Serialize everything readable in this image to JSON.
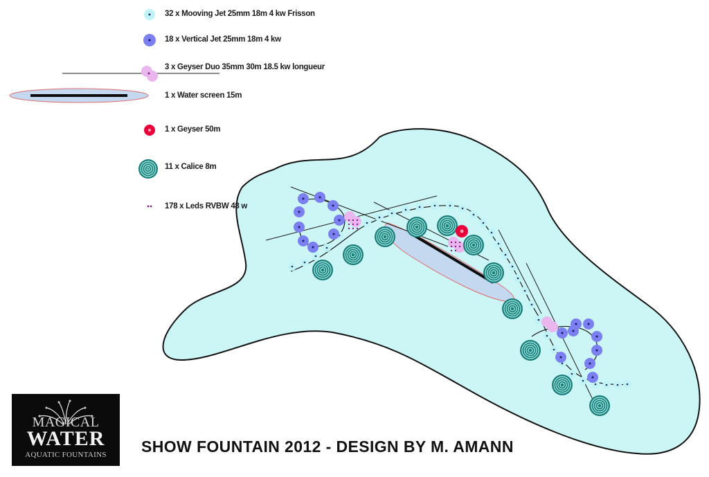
{
  "legend": [
    {
      "key": "moving_jet",
      "label": "32 x Mooving Jet 25mm 18m 4 kw  Frisson",
      "icon": "moving-jet-icon"
    },
    {
      "key": "vertical_jet",
      "label": "18 x Vertical Jet 25mm 18m 4 kw",
      "icon": "vertical-jet-icon"
    },
    {
      "key": "geyser_duo",
      "label": "3 x Geyser Duo 35mm 30m 18.5 kw longueur",
      "icon": "geyser-duo-icon"
    },
    {
      "key": "water_screen",
      "label": "1 x Water screen 15m",
      "icon": "water-screen-icon"
    },
    {
      "key": "geyser_50",
      "label": "1 x Geyser 50m",
      "icon": "geyser-icon"
    },
    {
      "key": "calice",
      "label": "11 x Calice 8m",
      "icon": "calice-icon"
    },
    {
      "key": "leds",
      "label": "178 x Leds RVBW 48 w",
      "icon": "led-icon"
    }
  ],
  "logo": {
    "line1": "MAGICAL",
    "line2": "WATER",
    "line3": "AQUATIC FOUNTAINS"
  },
  "caption": "SHOW FOUNTAIN 2012 - DESIGN BY M. AMANN",
  "colors": {
    "pool_fill": "#ccf5f6",
    "pool_outline": "#111111",
    "moving_jet": "#bff3f5",
    "vertical_jet": "#7b7fef",
    "geyser_duo": "#eab6ee",
    "water_screen": "#c4d8f0",
    "geyser_50": "#e8003a",
    "calice": "#1a7f7a",
    "leds": "#8a1a8a"
  }
}
